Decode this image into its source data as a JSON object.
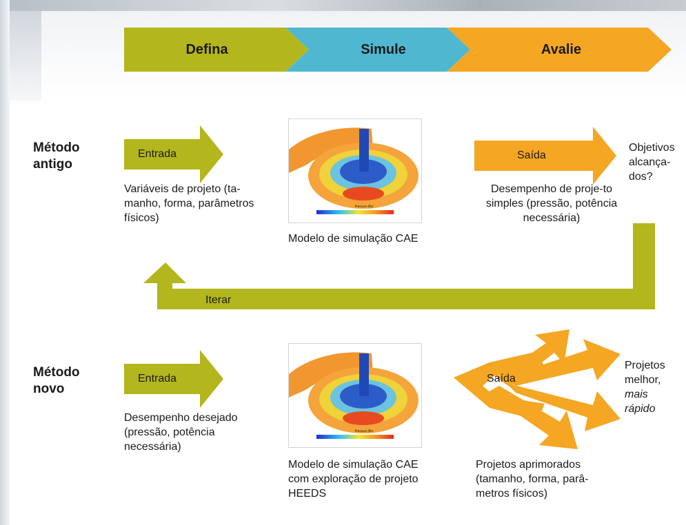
{
  "process_steps": [
    "Defina",
    "Simule",
    "Avalie"
  ],
  "colors": {
    "green": "#b3b61c",
    "blue": "#4fb8d0",
    "orange": "#f5a623"
  },
  "old_method": {
    "label": "Método antigo",
    "input_arrow": "Entrada",
    "input_text": "Variáveis de projeto (ta-manho, forma, parâmetros físicos)",
    "model_text": "Modelo de simulação CAE",
    "output_arrow": "Saída",
    "output_text": "Desempenho de proje-to simples (pressão, potência necessária)",
    "goal_text": "Objetivos alcança-dos?",
    "loop_label": "Iterar"
  },
  "new_method": {
    "label": "Método novo",
    "input_arrow": "Entrada",
    "input_text": "Desempenho desejado (pressão, potência necessária)",
    "model_text": "Modelo de simulação CAE com exploração de projeto HEEDS",
    "output_arrow": "Saída",
    "output_text": "Projetos aprimorados (tamanho, forma, parâ-metros físicos)",
    "result_line1": "Projetos",
    "result_line2": "melhor,",
    "result_em1": "mais",
    "result_em2": "rápido"
  },
  "simulation_image": {
    "legend_title": "Pressure (Pa)"
  }
}
